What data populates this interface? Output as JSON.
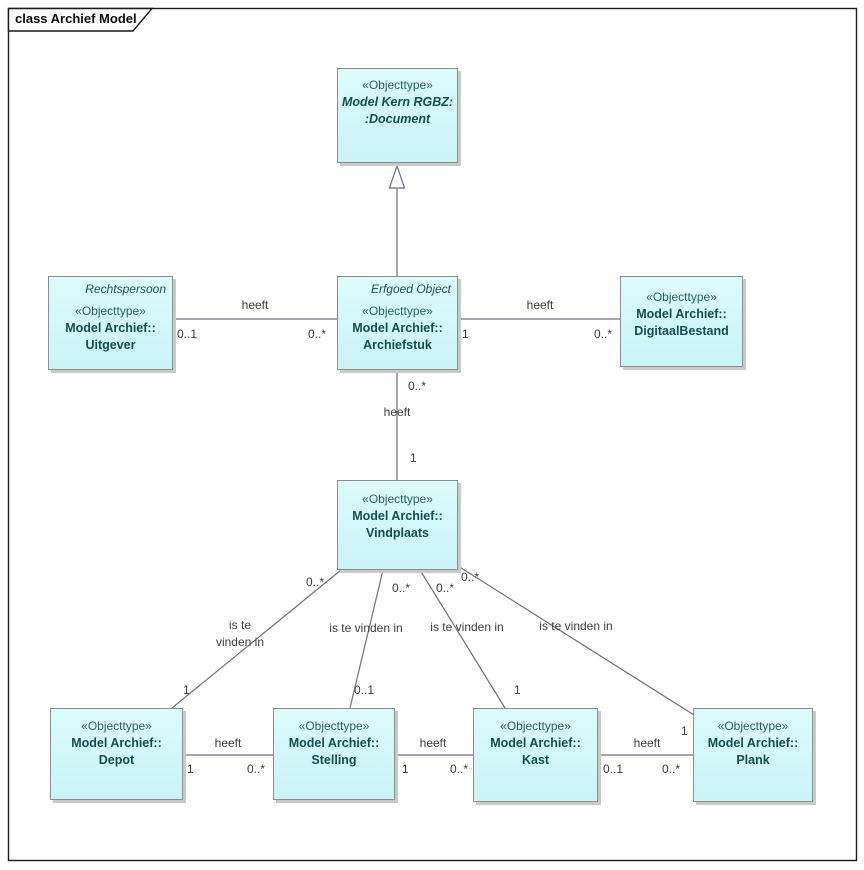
{
  "diagram": {
    "title": "class Archief Model",
    "colors": {
      "box_fill": "#cdf6f8",
      "box_border": "#8e8e8e",
      "box_shadow": "#c9c9c9",
      "line": "#6f6f84",
      "class_text": "#144e4e",
      "label_text": "#3d3d3d",
      "frame": "#1a1a1a"
    }
  },
  "classes": {
    "document": {
      "header": "",
      "stereotype": "«Objecttype»",
      "name1": "Model Kern RGBZ:",
      "name2": ":Document"
    },
    "uitgever": {
      "header": "Rechtspersoon",
      "stereotype": "«Objecttype»",
      "name1": "Model Archief::",
      "name2": "Uitgever"
    },
    "archiefstuk": {
      "header": "Erfgoed Object",
      "stereotype": "«Objecttype»",
      "name1": "Model Archief::",
      "name2": "Archiefstuk"
    },
    "digitaalbestand": {
      "header": "",
      "stereotype": "«Objecttype»",
      "name1": "Model Archief::",
      "name2": "DigitaalBestand"
    },
    "vindplaats": {
      "header": "",
      "stereotype": "«Objecttype»",
      "name1": "Model Archief::",
      "name2": "Vindplaats"
    },
    "depot": {
      "header": "",
      "stereotype": "«Objecttype»",
      "name1": "Model Archief::",
      "name2": "Depot"
    },
    "stelling": {
      "header": "",
      "stereotype": "«Objecttype»",
      "name1": "Model Archief::",
      "name2": "Stelling"
    },
    "kast": {
      "header": "",
      "stereotype": "«Objecttype»",
      "name1": "Model Archief::",
      "name2": "Kast"
    },
    "plank": {
      "header": "",
      "stereotype": "«Objecttype»",
      "name1": "Model Archief::",
      "name2": "Plank"
    }
  },
  "associations": {
    "uitgever_archiefstuk": {
      "label": "heeft",
      "source_mult": "0..1",
      "target_mult": "0..*"
    },
    "archiefstuk_digitaalbestand": {
      "label": "heeft",
      "source_mult": "1",
      "target_mult": "0..*"
    },
    "archiefstuk_vindplaats": {
      "label": "heeft",
      "source_mult": "0..*",
      "target_mult": "1"
    },
    "vindplaats_depot": {
      "label": "is te vinden in",
      "source_mult": "0..*",
      "target_mult": "1"
    },
    "vindplaats_stelling": {
      "label": "is te vinden in",
      "source_mult": "0..*",
      "target_mult": "0..1"
    },
    "vindplaats_kast": {
      "label": "is te vinden in",
      "source_mult": "0..*",
      "target_mult": "1"
    },
    "vindplaats_plank": {
      "label": "is te vinden in",
      "source_mult": "0..*",
      "target_mult": "1"
    },
    "depot_stelling": {
      "label": "heeft",
      "source_mult": "1",
      "target_mult": "0..*"
    },
    "stelling_kast": {
      "label": "heeft",
      "source_mult": "1",
      "target_mult": "0..*"
    },
    "kast_plank": {
      "label": "heeft",
      "source_mult": "0..1",
      "target_mult": "0..*"
    }
  },
  "generalization": {
    "from": "Archiefstuk",
    "to": "Model Kern RGBZ::Document"
  }
}
